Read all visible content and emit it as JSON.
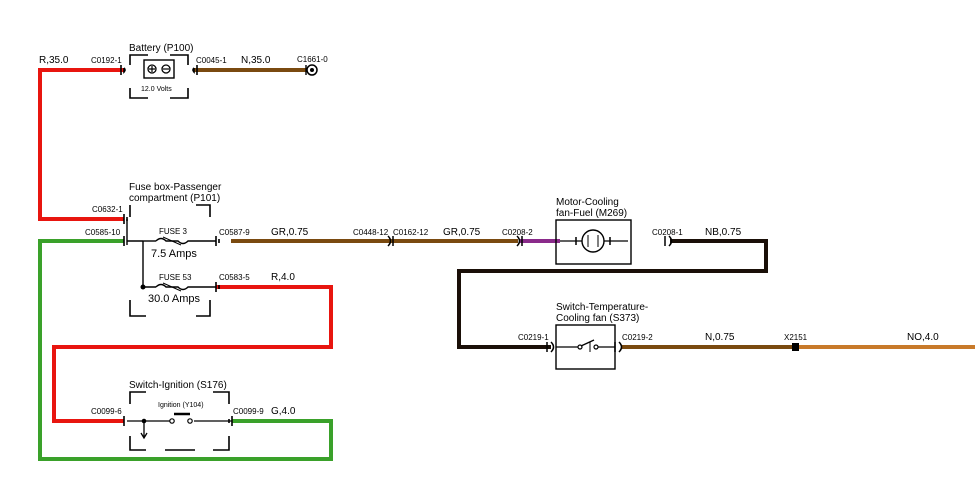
{
  "colors": {
    "red": "#e8150f",
    "brown": "#7a4a10",
    "green": "#3aa12a",
    "black": "#1a0f08",
    "purple": "#8a2a8a"
  },
  "components": {
    "battery": {
      "title": "Battery (P100)",
      "rating": "12.0 Volts"
    },
    "fuse_box": {
      "title_line1": "Fuse box-Passenger",
      "title_line2": "compartment (P101)"
    },
    "fuse3": {
      "name": "FUSE 3",
      "rating": "7.5 Amps"
    },
    "fuse53": {
      "name": "FUSE 53",
      "rating": "30.0 Amps"
    },
    "motor": {
      "title_line1": "Motor-Cooling",
      "title_line2": "fan-Fuel (M269)"
    },
    "temp_switch": {
      "title_line1": "Switch-Temperature-",
      "title_line2": "Cooling fan (S373)"
    },
    "ign_switch": {
      "title": "Switch-Ignition (S176)",
      "inner_label": "Ignition (Y104)"
    }
  },
  "connectors": {
    "c0192": "C0192-1",
    "c0045": "C0045-1",
    "c1661": "C1661-0",
    "c0632": "C0632-1",
    "c0585": "C0585-10",
    "c0587": "C0587-9",
    "c0583": "C0583-5",
    "c0448": "C0448-12",
    "c0162": "C0162-12",
    "c0208_2": "C0208-2",
    "c0208_1": "C0208-1",
    "c0219_1": "C0219-1",
    "c0219_2": "C0219-2",
    "x2151": "X2151",
    "c0099_6": "C0099-6",
    "c0099_9": "C0099-9"
  },
  "wires": {
    "r35": "R,35.0",
    "n35": "N,35.0",
    "gr075_a": "GR,0.75",
    "gr075_b": "GR,0.75",
    "nb075": "NB,0.75",
    "r40": "R,4.0",
    "n075": "N,0.75",
    "no40": "NO,4.0",
    "g40": "G,4.0"
  }
}
